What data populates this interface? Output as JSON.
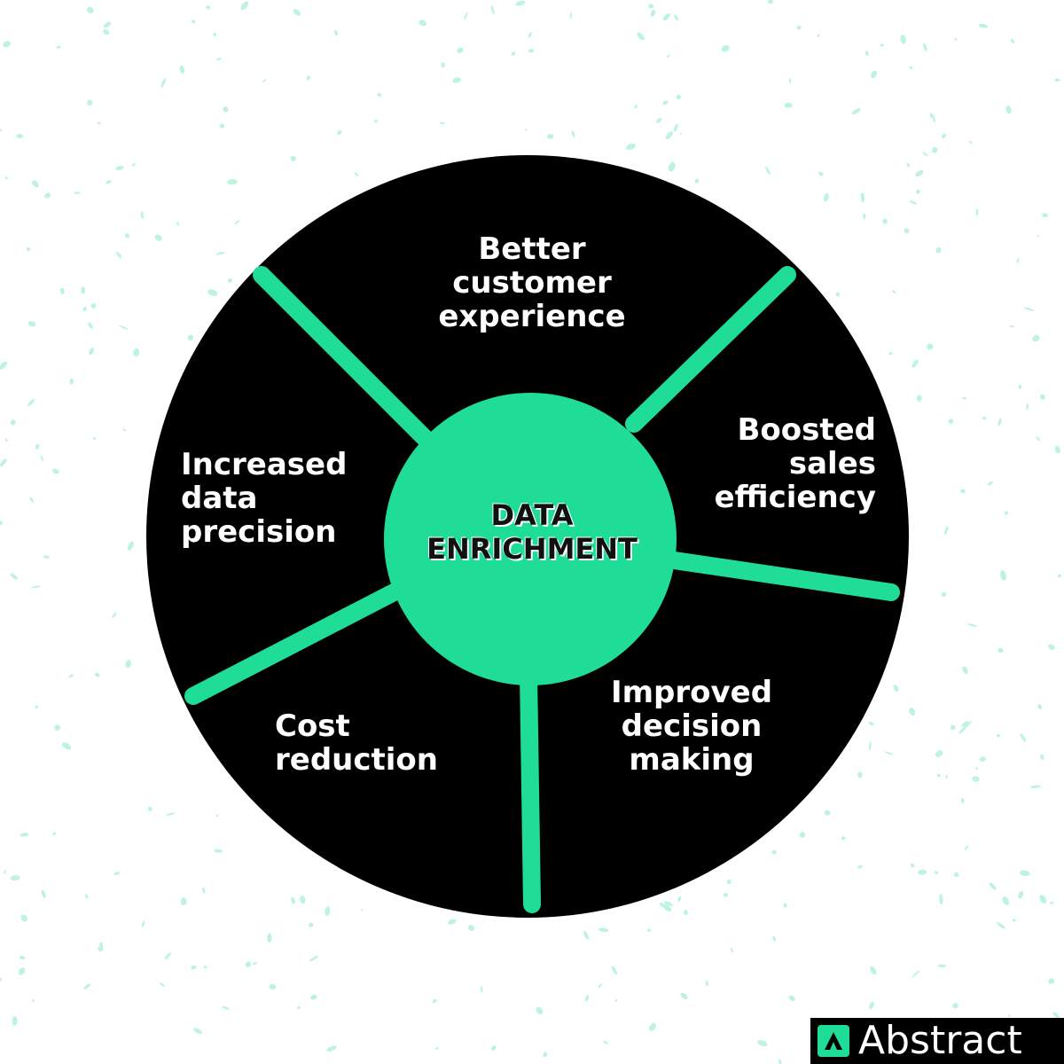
{
  "colors": {
    "accent": "#1fdd97",
    "wheel": "#000000",
    "background": "#ffffff",
    "speckle": "#bff4dc"
  },
  "center": {
    "line1": "DATA",
    "line2": "ENRICHMENT"
  },
  "segments": [
    {
      "lines": [
        "Better",
        "customer",
        "experience"
      ]
    },
    {
      "lines": [
        "Boosted",
        "sales",
        "efficiency"
      ]
    },
    {
      "lines": [
        "Improved",
        "decision",
        "making"
      ]
    },
    {
      "lines": [
        "Cost",
        "reduction"
      ]
    },
    {
      "lines": [
        "Increased",
        "data",
        "precision"
      ]
    }
  ],
  "logo": {
    "text": "Abstract",
    "icon": "abstract-a-icon"
  }
}
